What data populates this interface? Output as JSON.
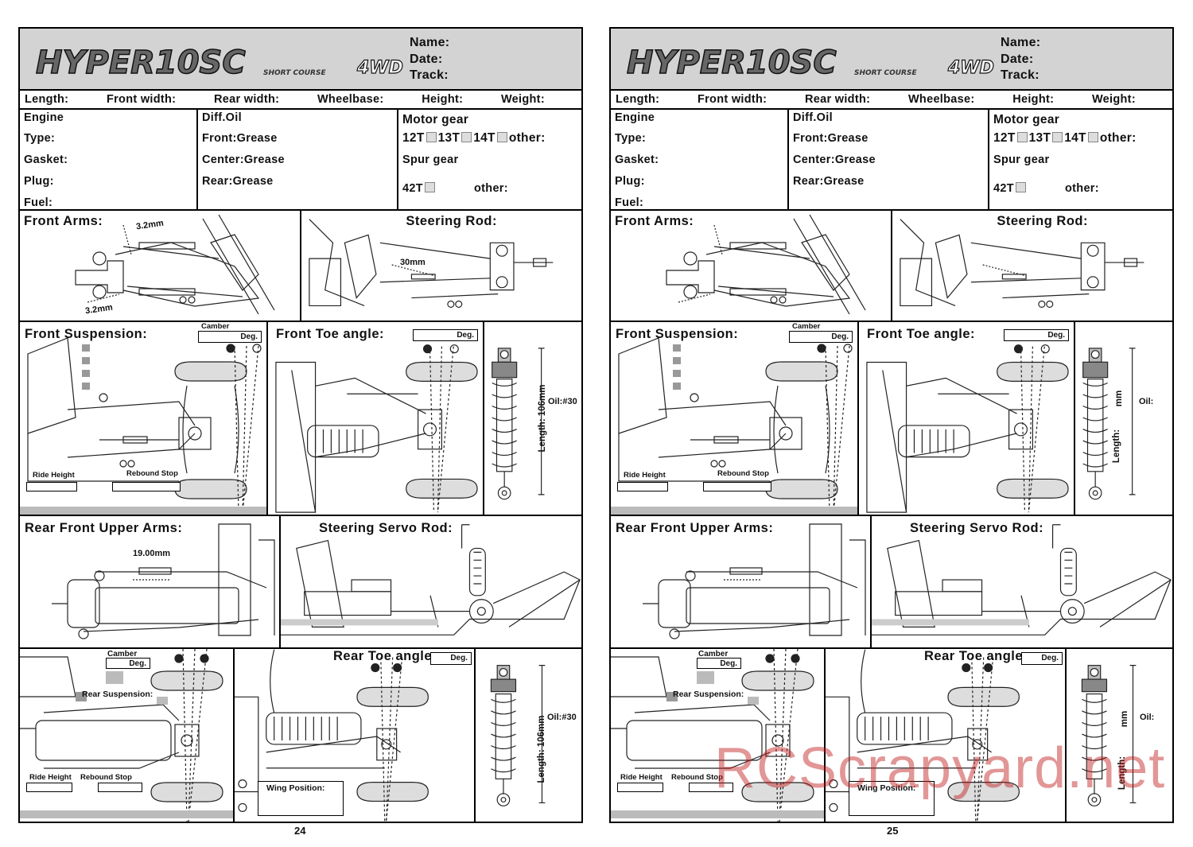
{
  "pages": [
    {
      "page_number": "24",
      "logo": {
        "main": "HYPER10SC",
        "sub": "SHORT COURSE",
        "badge": "4WD"
      },
      "header": {
        "name": "Name:",
        "date": "Date:",
        "track": "Track:"
      },
      "dims": [
        "Length:",
        "Front width:",
        "Rear width:",
        "Wheelbase:",
        "Height:",
        "Weight:"
      ],
      "engine": {
        "title": "Engine",
        "type": "Type:",
        "gasket": "Gasket:",
        "plug": "Plug:",
        "fuel": "Fuel:"
      },
      "diff": {
        "title": "Diff.Oil",
        "front": "Front:Grease",
        "center": "Center:Grease",
        "rear": "Rear:Grease"
      },
      "motor": {
        "title": "Motor gear",
        "opt1": "12T",
        "opt2": "13T",
        "opt3": "14T",
        "other": "other:",
        "spur": "Spur gear",
        "spur_opt": "42T",
        "spur_other": "other:"
      },
      "front_arms": {
        "title": "Front  Arms:",
        "m1": "3.2mm",
        "m2": "3.2mm"
      },
      "steering_rod": {
        "title": "Steering Rod:",
        "m1": "30mm"
      },
      "front_susp": {
        "title": "Front Suspension:",
        "camber": "Camber",
        "deg": "Deg.",
        "ride": "Ride Height",
        "rebound": "Rebound Stop"
      },
      "front_toe": {
        "title": "Front Toe angle:",
        "deg": "Deg."
      },
      "front_shock": {
        "length": "Length:  106mm",
        "oil": "Oil:#30"
      },
      "rear_upper": {
        "title": "Rear Front Upper Arms:",
        "m1": "19.00mm"
      },
      "servo": {
        "title": "Steering Servo Rod:"
      },
      "rear_susp": {
        "title": "Rear Suspension:",
        "camber": "Camber",
        "deg": "Deg.",
        "ride": "Ride Height",
        "rebound": "Rebound Stop"
      },
      "rear_toe": {
        "title": "Rear Toe angle:",
        "deg": "Deg.",
        "wing": "Wing Position:"
      },
      "rear_shock": {
        "length": "Length:  106mm",
        "oil": "Oil:#30"
      }
    },
    {
      "page_number": "25",
      "logo": {
        "main": "HYPER10SC",
        "sub": "SHORT COURSE",
        "badge": "4WD"
      },
      "header": {
        "name": "Name:",
        "date": "Date:",
        "track": "Track:"
      },
      "dims": [
        "Length:",
        "Front width:",
        "Rear width:",
        "Wheelbase:",
        "Height:",
        "Weight:"
      ],
      "engine": {
        "title": "Engine",
        "type": "Type:",
        "gasket": "Gasket:",
        "plug": "Plug:",
        "fuel": "Fuel:"
      },
      "diff": {
        "title": "Diff.Oil",
        "front": "Front:Grease",
        "center": "Center:Grease",
        "rear": "Rear:Grease"
      },
      "motor": {
        "title": "Motor gear",
        "opt1": "12T",
        "opt2": "13T",
        "opt3": "14T",
        "other": "other:",
        "spur": "Spur gear",
        "spur_opt": "42T",
        "spur_other": "other:"
      },
      "front_arms": {
        "title": "Front  Arms:",
        "m1": "",
        "m2": ""
      },
      "steering_rod": {
        "title": "Steering Rod:",
        "m1": ""
      },
      "front_susp": {
        "title": "Front Suspension:",
        "camber": "Camber",
        "deg": "Deg.",
        "ride": "Ride Height",
        "rebound": "Rebound Stop"
      },
      "front_toe": {
        "title": "Front Toe angle:",
        "deg": "Deg."
      },
      "front_shock": {
        "length": "Length:",
        "mm": "mm",
        "oil": "Oil:"
      },
      "rear_upper": {
        "title": "Rear Front Upper Arms:",
        "m1": ""
      },
      "servo": {
        "title": "Steering Servo Rod:"
      },
      "rear_susp": {
        "title": "Rear Suspension:",
        "camber": "Camber",
        "deg": "Deg.",
        "ride": "Ride Height",
        "rebound": "Rebound Stop"
      },
      "rear_toe": {
        "title": "Rear Toe angle:",
        "deg": "Deg.",
        "wing": "Wing Position:"
      },
      "rear_shock": {
        "length": "Length:",
        "mm": "mm",
        "oil": "Oil:"
      }
    }
  ],
  "watermark": "RCScrapyard.net"
}
